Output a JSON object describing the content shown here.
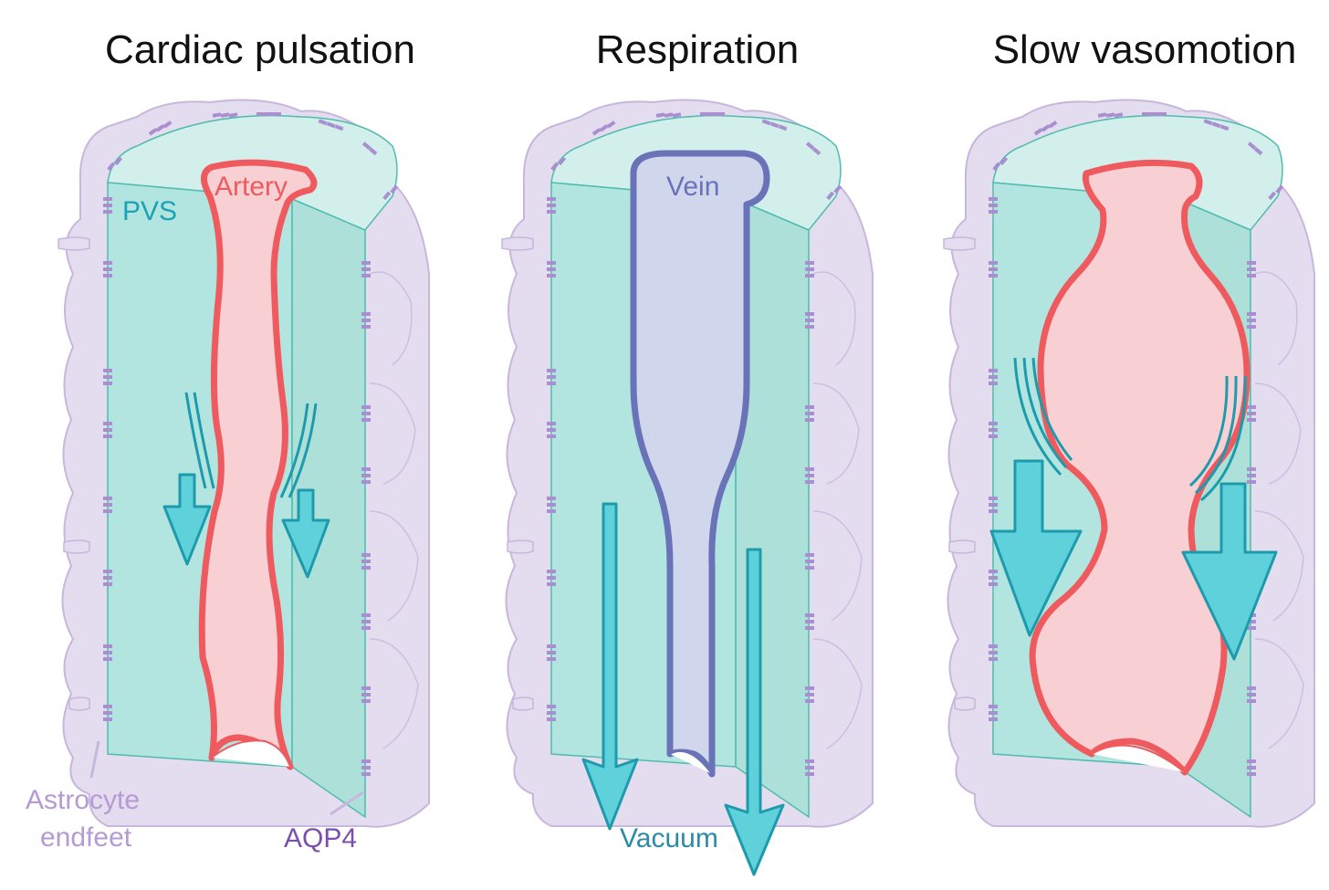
{
  "panels": [
    {
      "title": "Cardiac pulsation",
      "vessel_label": "Artery",
      "space_label": "PVS"
    },
    {
      "title": "Respiration",
      "vessel_label": "Vein",
      "flow_label": "Vacuum"
    },
    {
      "title": "Slow vasomotion"
    }
  ],
  "labels": {
    "astrocyte_line1": "Astrocyte",
    "astrocyte_line2": "endfeet",
    "aqp4": "AQP4"
  },
  "colors": {
    "endfeet": "#e4dcef",
    "endfeet_stroke": "#c8b7dc",
    "aqp4": "#a98fcf",
    "pvs": "#b3e5e0",
    "pvs_top": "#d3efec",
    "pvs_stroke": "#4fbcae",
    "artery_fill": "#f8d0d3",
    "artery_stroke": "#ef5a5f",
    "vein_fill": "#d0d6ec",
    "vein_stroke": "#6a72b8",
    "arrow_fill": "#5fd1db",
    "arrow_stroke": "#1d9aab",
    "artery_text": "#ef5a5f",
    "vein_text": "#6a72b8",
    "pvs_text": "#1aa3b5",
    "vacuum_text": "#2a8aa8",
    "astro_text": "#b59ad3",
    "aqp4_text": "#7b4fae"
  }
}
